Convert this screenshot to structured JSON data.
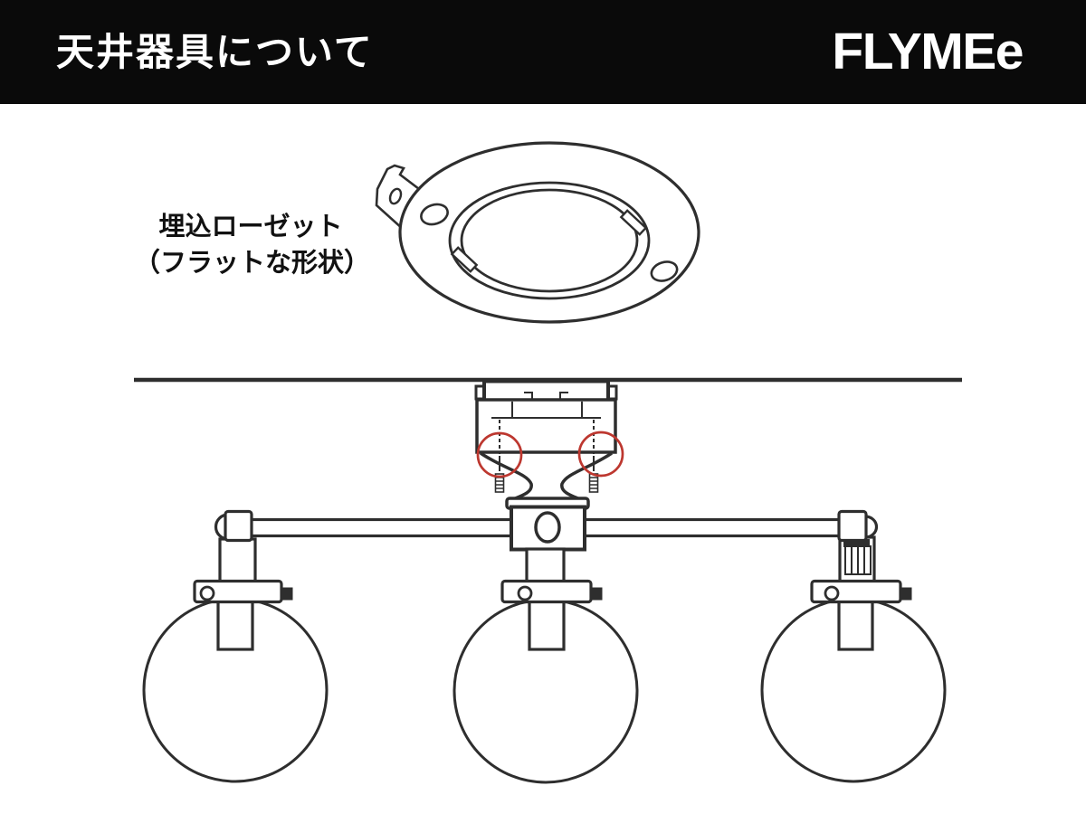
{
  "header": {
    "title": "天井器具について",
    "logo": "FLYMEe",
    "background": "#0a0a0a",
    "text_color": "#ffffff"
  },
  "labels": {
    "rosette_line1": "埋込ローゼット",
    "rosette_line2": "（フラットな形状）"
  },
  "colors": {
    "line_art": "#2e2e2e",
    "highlight_red": "#bd372f",
    "page_background": "#ffffff"
  }
}
